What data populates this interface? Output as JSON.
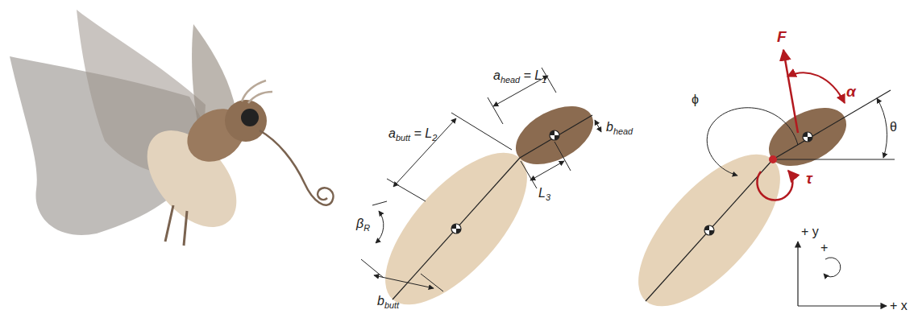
{
  "diagram": {
    "labels": [
      "ahead = L1",
      "bhead",
      "abutt = L2",
      "L3",
      "βR",
      "bbutt",
      "F",
      "α",
      "ϕ",
      "θ",
      "τ",
      "+ y",
      "+",
      "+ x"
    ]
  }
}
